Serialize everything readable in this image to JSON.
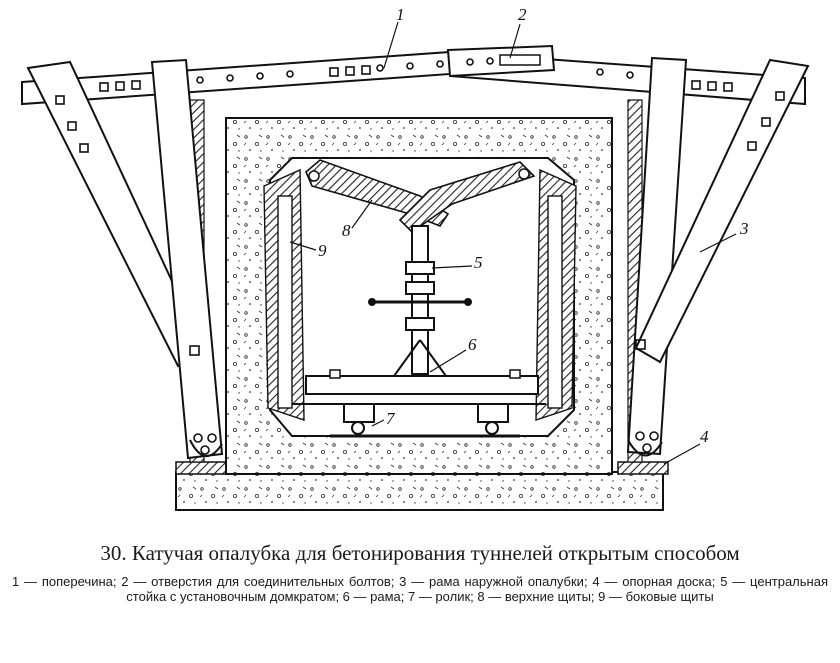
{
  "figure": {
    "callouts": [
      {
        "id": "1",
        "label": "1"
      },
      {
        "id": "2",
        "label": "2"
      },
      {
        "id": "3",
        "label": "3"
      },
      {
        "id": "4",
        "label": "4"
      },
      {
        "id": "5",
        "label": "5"
      },
      {
        "id": "6",
        "label": "6"
      },
      {
        "id": "7",
        "label": "7"
      },
      {
        "id": "8",
        "label": "8"
      },
      {
        "id": "9",
        "label": "9"
      }
    ]
  },
  "caption": {
    "title": "30. Катучая опалубка для бетонирования туннелей открытым способом",
    "legend": "1 — поперечина; 2 — отверстия для соединительных болтов; 3 — рама наружной опалубки; 4 — опорная доска; 5 — центральная стойка с установочным домкратом; 6 — рама; 7 — ролик; 8 — верхние щиты; 9 — боковые щиты"
  }
}
